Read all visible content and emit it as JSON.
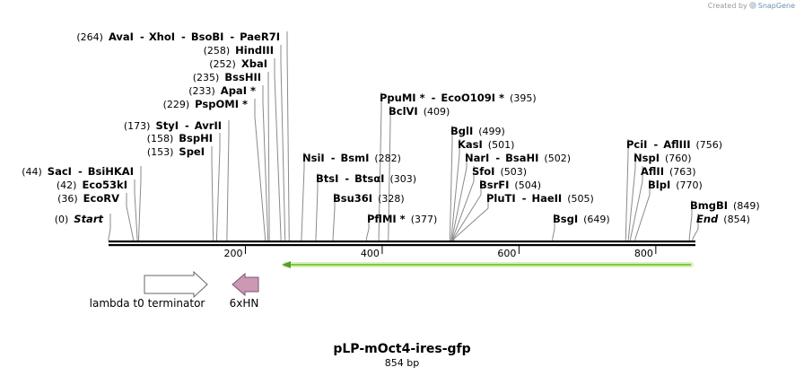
{
  "branding": {
    "created_by": "Created by",
    "product": "SnapGene"
  },
  "plasmid": {
    "name": "pLP-mOct4-ires-gfp",
    "size": "854 bp"
  },
  "ruler": {
    "ticks": [
      "200",
      "400",
      "600",
      "800"
    ]
  },
  "features": [
    {
      "name": "lambda t0 terminator",
      "shape": "arrow-right",
      "color": "#ffffff"
    },
    {
      "name": "6xHN",
      "shape": "arrow-left",
      "color": "#cc98b4"
    }
  ],
  "orf": {
    "direction": "reverse",
    "color": "#7ccc3c",
    "start": 254,
    "end": 854
  },
  "sites": [
    {
      "id": "s264",
      "pos": 264,
      "segments": [
        {
          "t": "(264)"
        },
        {
          "t": "AvaI",
          "b": true
        },
        {
          "t": "-",
          "b": true
        },
        {
          "t": "XhoI",
          "b": true
        },
        {
          "t": "-",
          "b": true
        },
        {
          "t": "BsoBI",
          "b": true
        },
        {
          "t": "-",
          "b": true
        },
        {
          "t": "PaeR7I",
          "b": true
        }
      ]
    },
    {
      "id": "s258",
      "pos": 258,
      "segments": [
        {
          "t": "(258)"
        },
        {
          "t": "HindIII",
          "b": true
        }
      ]
    },
    {
      "id": "s252",
      "pos": 252,
      "segments": [
        {
          "t": "(252)"
        },
        {
          "t": "XbaI",
          "b": true
        }
      ]
    },
    {
      "id": "s235",
      "pos": 235,
      "segments": [
        {
          "t": "(235)"
        },
        {
          "t": "BssHII",
          "b": true
        }
      ]
    },
    {
      "id": "s233",
      "pos": 233,
      "segments": [
        {
          "t": "(233)"
        },
        {
          "t": "ApaI *",
          "b": true
        }
      ]
    },
    {
      "id": "s229",
      "pos": 229,
      "segments": [
        {
          "t": "(229)"
        },
        {
          "t": "PspOMI *",
          "b": true
        }
      ]
    },
    {
      "id": "s173",
      "pos": 173,
      "segments": [
        {
          "t": "(173)"
        },
        {
          "t": "StyI",
          "b": true
        },
        {
          "t": "-",
          "b": true
        },
        {
          "t": "AvrII",
          "b": true
        }
      ]
    },
    {
      "id": "s158",
      "pos": 158,
      "segments": [
        {
          "t": "(158)"
        },
        {
          "t": "BspHI",
          "b": true
        }
      ]
    },
    {
      "id": "s153",
      "pos": 153,
      "segments": [
        {
          "t": "(153)"
        },
        {
          "t": "SpeI",
          "b": true
        }
      ]
    },
    {
      "id": "s44",
      "pos": 44,
      "segments": [
        {
          "t": "(44)"
        },
        {
          "t": "SacI",
          "b": true
        },
        {
          "t": "-",
          "b": true
        },
        {
          "t": "BsiHKAI",
          "b": true
        }
      ]
    },
    {
      "id": "s42",
      "pos": 42,
      "segments": [
        {
          "t": "(42)"
        },
        {
          "t": "Eco53kI",
          "b": true
        }
      ]
    },
    {
      "id": "s36",
      "pos": 36,
      "segments": [
        {
          "t": "(36)"
        },
        {
          "t": "EcoRV",
          "b": true
        }
      ]
    },
    {
      "id": "s0",
      "pos": 0,
      "segments": [
        {
          "t": "(0)"
        },
        {
          "t": "Start",
          "b": true,
          "i": true
        }
      ]
    },
    {
      "id": "s282",
      "pos": 282,
      "segments": [
        {
          "t": "NsiI",
          "b": true
        },
        {
          "t": "-",
          "b": true
        },
        {
          "t": "BsmI",
          "b": true
        },
        {
          "t": "(282)"
        }
      ]
    },
    {
      "id": "s303",
      "pos": 303,
      "segments": [
        {
          "t": "BtsI",
          "b": true
        },
        {
          "t": "-",
          "b": true
        },
        {
          "t": "BtsαI",
          "b": true
        },
        {
          "t": "(303)"
        }
      ]
    },
    {
      "id": "s328",
      "pos": 328,
      "segments": [
        {
          "t": "Bsu36I",
          "b": true
        },
        {
          "t": "(328)"
        }
      ]
    },
    {
      "id": "s377",
      "pos": 377,
      "segments": [
        {
          "t": "PflMI *",
          "b": true
        },
        {
          "t": "(377)"
        }
      ]
    },
    {
      "id": "s395",
      "pos": 395,
      "segments": [
        {
          "t": "PpuMI *",
          "b": true
        },
        {
          "t": "-",
          "b": true
        },
        {
          "t": "EcoO109I *",
          "b": true
        },
        {
          "t": "(395)"
        }
      ]
    },
    {
      "id": "s409",
      "pos": 409,
      "segments": [
        {
          "t": "BclVI",
          "b": true
        },
        {
          "t": "(409)"
        }
      ]
    },
    {
      "id": "s499",
      "pos": 499,
      "segments": [
        {
          "t": "BglI",
          "b": true
        },
        {
          "t": "(499)"
        }
      ]
    },
    {
      "id": "s501",
      "pos": 501,
      "segments": [
        {
          "t": "KasI",
          "b": true
        },
        {
          "t": "(501)"
        }
      ]
    },
    {
      "id": "s502",
      "pos": 502,
      "segments": [
        {
          "t": "NarI",
          "b": true
        },
        {
          "t": "-",
          "b": true
        },
        {
          "t": "BsaHI",
          "b": true
        },
        {
          "t": "(502)"
        }
      ]
    },
    {
      "id": "s503",
      "pos": 503,
      "segments": [
        {
          "t": "SfoI",
          "b": true
        },
        {
          "t": "(503)"
        }
      ]
    },
    {
      "id": "s504",
      "pos": 504,
      "segments": [
        {
          "t": "BsrFI",
          "b": true
        },
        {
          "t": "(504)"
        }
      ]
    },
    {
      "id": "s505",
      "pos": 505,
      "segments": [
        {
          "t": "PluTI",
          "b": true
        },
        {
          "t": "-",
          "b": true
        },
        {
          "t": "HaeII",
          "b": true
        },
        {
          "t": "(505)"
        }
      ]
    },
    {
      "id": "s649",
      "pos": 649,
      "segments": [
        {
          "t": "BsgI",
          "b": true
        },
        {
          "t": "(649)"
        }
      ]
    },
    {
      "id": "s756",
      "pos": 756,
      "segments": [
        {
          "t": "PciI",
          "b": true
        },
        {
          "t": "-",
          "b": true
        },
        {
          "t": "AflIII",
          "b": true
        },
        {
          "t": "(756)"
        }
      ]
    },
    {
      "id": "s760",
      "pos": 760,
      "segments": [
        {
          "t": "NspI",
          "b": true
        },
        {
          "t": "(760)"
        }
      ]
    },
    {
      "id": "s763",
      "pos": 763,
      "segments": [
        {
          "t": "AflII",
          "b": true
        },
        {
          "t": "(763)"
        }
      ]
    },
    {
      "id": "s770",
      "pos": 770,
      "segments": [
        {
          "t": "BlpI",
          "b": true
        },
        {
          "t": "(770)"
        }
      ]
    },
    {
      "id": "s849",
      "pos": 849,
      "segments": [
        {
          "t": "BmgBI",
          "b": true
        },
        {
          "t": "(849)"
        }
      ]
    },
    {
      "id": "s854",
      "pos": 854,
      "segments": [
        {
          "t": "End",
          "b": true,
          "i": true
        },
        {
          "t": "(854)"
        }
      ]
    }
  ]
}
